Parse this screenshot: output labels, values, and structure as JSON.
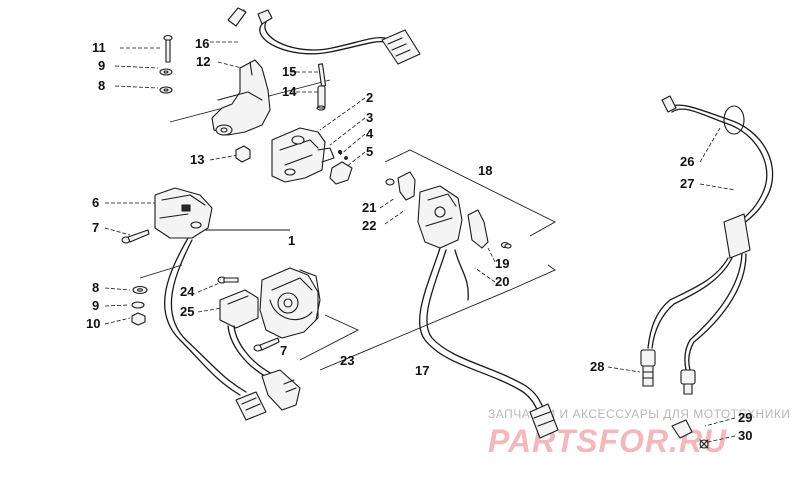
{
  "callouts": [
    {
      "label": "1"
    },
    {
      "label": "2"
    },
    {
      "label": "3"
    },
    {
      "label": "4"
    },
    {
      "label": "5"
    },
    {
      "label": "6"
    },
    {
      "label": "7"
    },
    {
      "label": "7"
    },
    {
      "label": "8"
    },
    {
      "label": "8"
    },
    {
      "label": "9"
    },
    {
      "label": "9"
    },
    {
      "label": "10"
    },
    {
      "label": "11"
    },
    {
      "label": "12"
    },
    {
      "label": "13"
    },
    {
      "label": "14"
    },
    {
      "label": "15"
    },
    {
      "label": "16"
    },
    {
      "label": "17"
    },
    {
      "label": "18"
    },
    {
      "label": "19"
    },
    {
      "label": "20"
    },
    {
      "label": "21"
    },
    {
      "label": "22"
    },
    {
      "label": "23"
    },
    {
      "label": "24"
    },
    {
      "label": "25"
    },
    {
      "label": "26"
    },
    {
      "label": "27"
    },
    {
      "label": "28"
    },
    {
      "label": "29"
    },
    {
      "label": "30"
    }
  ],
  "watermark": {
    "subtitle": "ЗАПЧАСТИ И АКСЕССУАРЫ ДЛЯ МОТОТЕХНИКИ",
    "brand": "PARTSFOR.RU"
  },
  "colors": {
    "line": "#1a1a1a",
    "watermark_brand": "#f2b8bc",
    "watermark_text": "#b8b8b8"
  }
}
